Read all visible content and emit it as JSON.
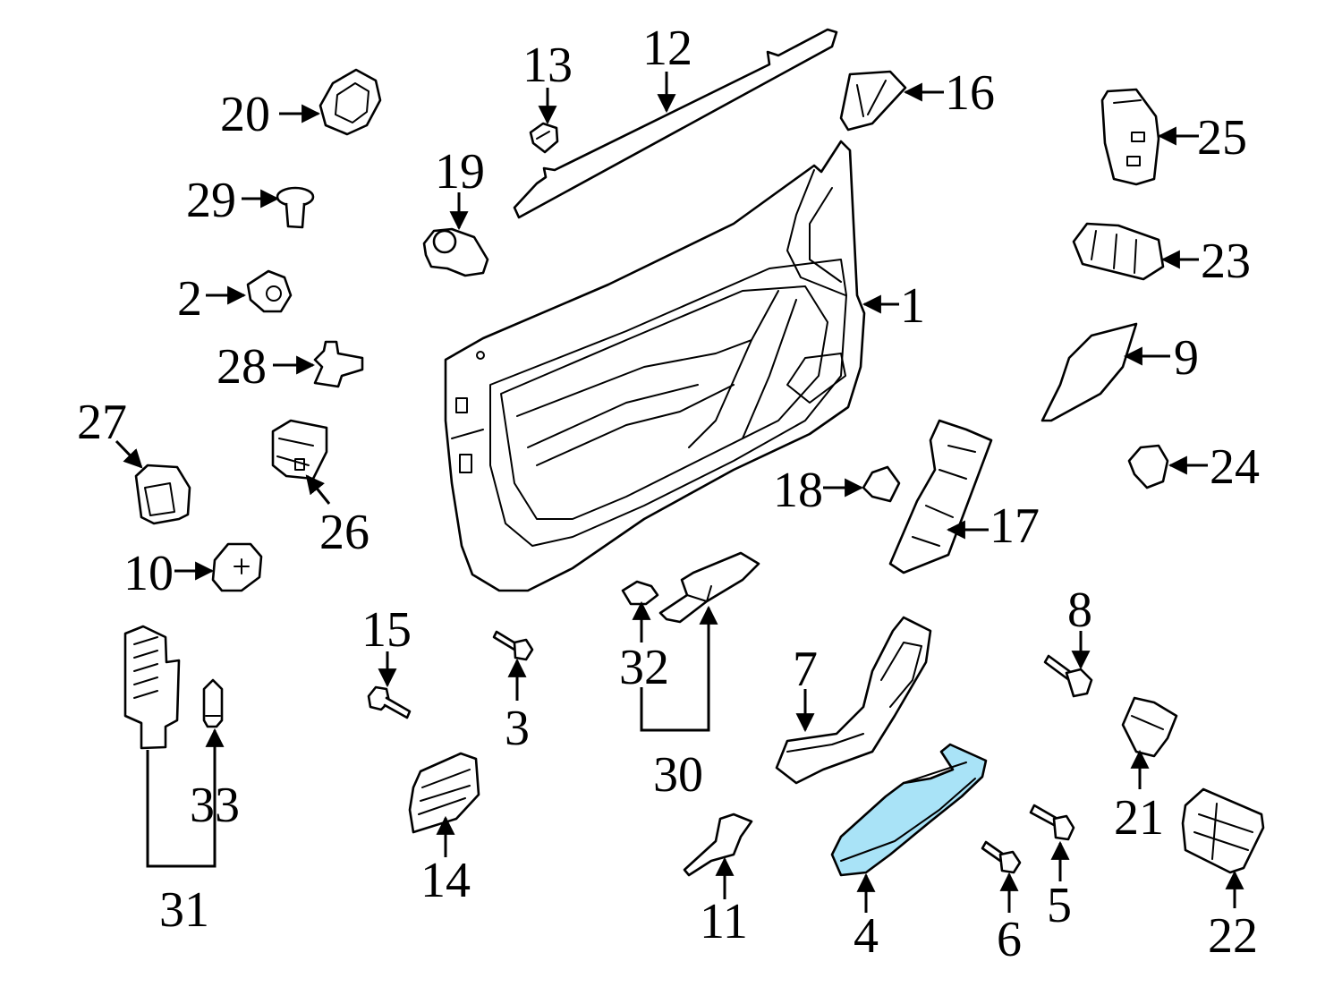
{
  "diagram": {
    "highlight_color": "#a9e3f7",
    "callouts": [
      "1",
      "2",
      "3",
      "4",
      "5",
      "6",
      "7",
      "8",
      "9",
      "10",
      "11",
      "12",
      "13",
      "14",
      "15",
      "16",
      "17",
      "18",
      "19",
      "20",
      "21",
      "22",
      "23",
      "24",
      "25",
      "26",
      "27",
      "28",
      "29",
      "30",
      "31",
      "32",
      "33"
    ],
    "highlighted_part": "4"
  }
}
